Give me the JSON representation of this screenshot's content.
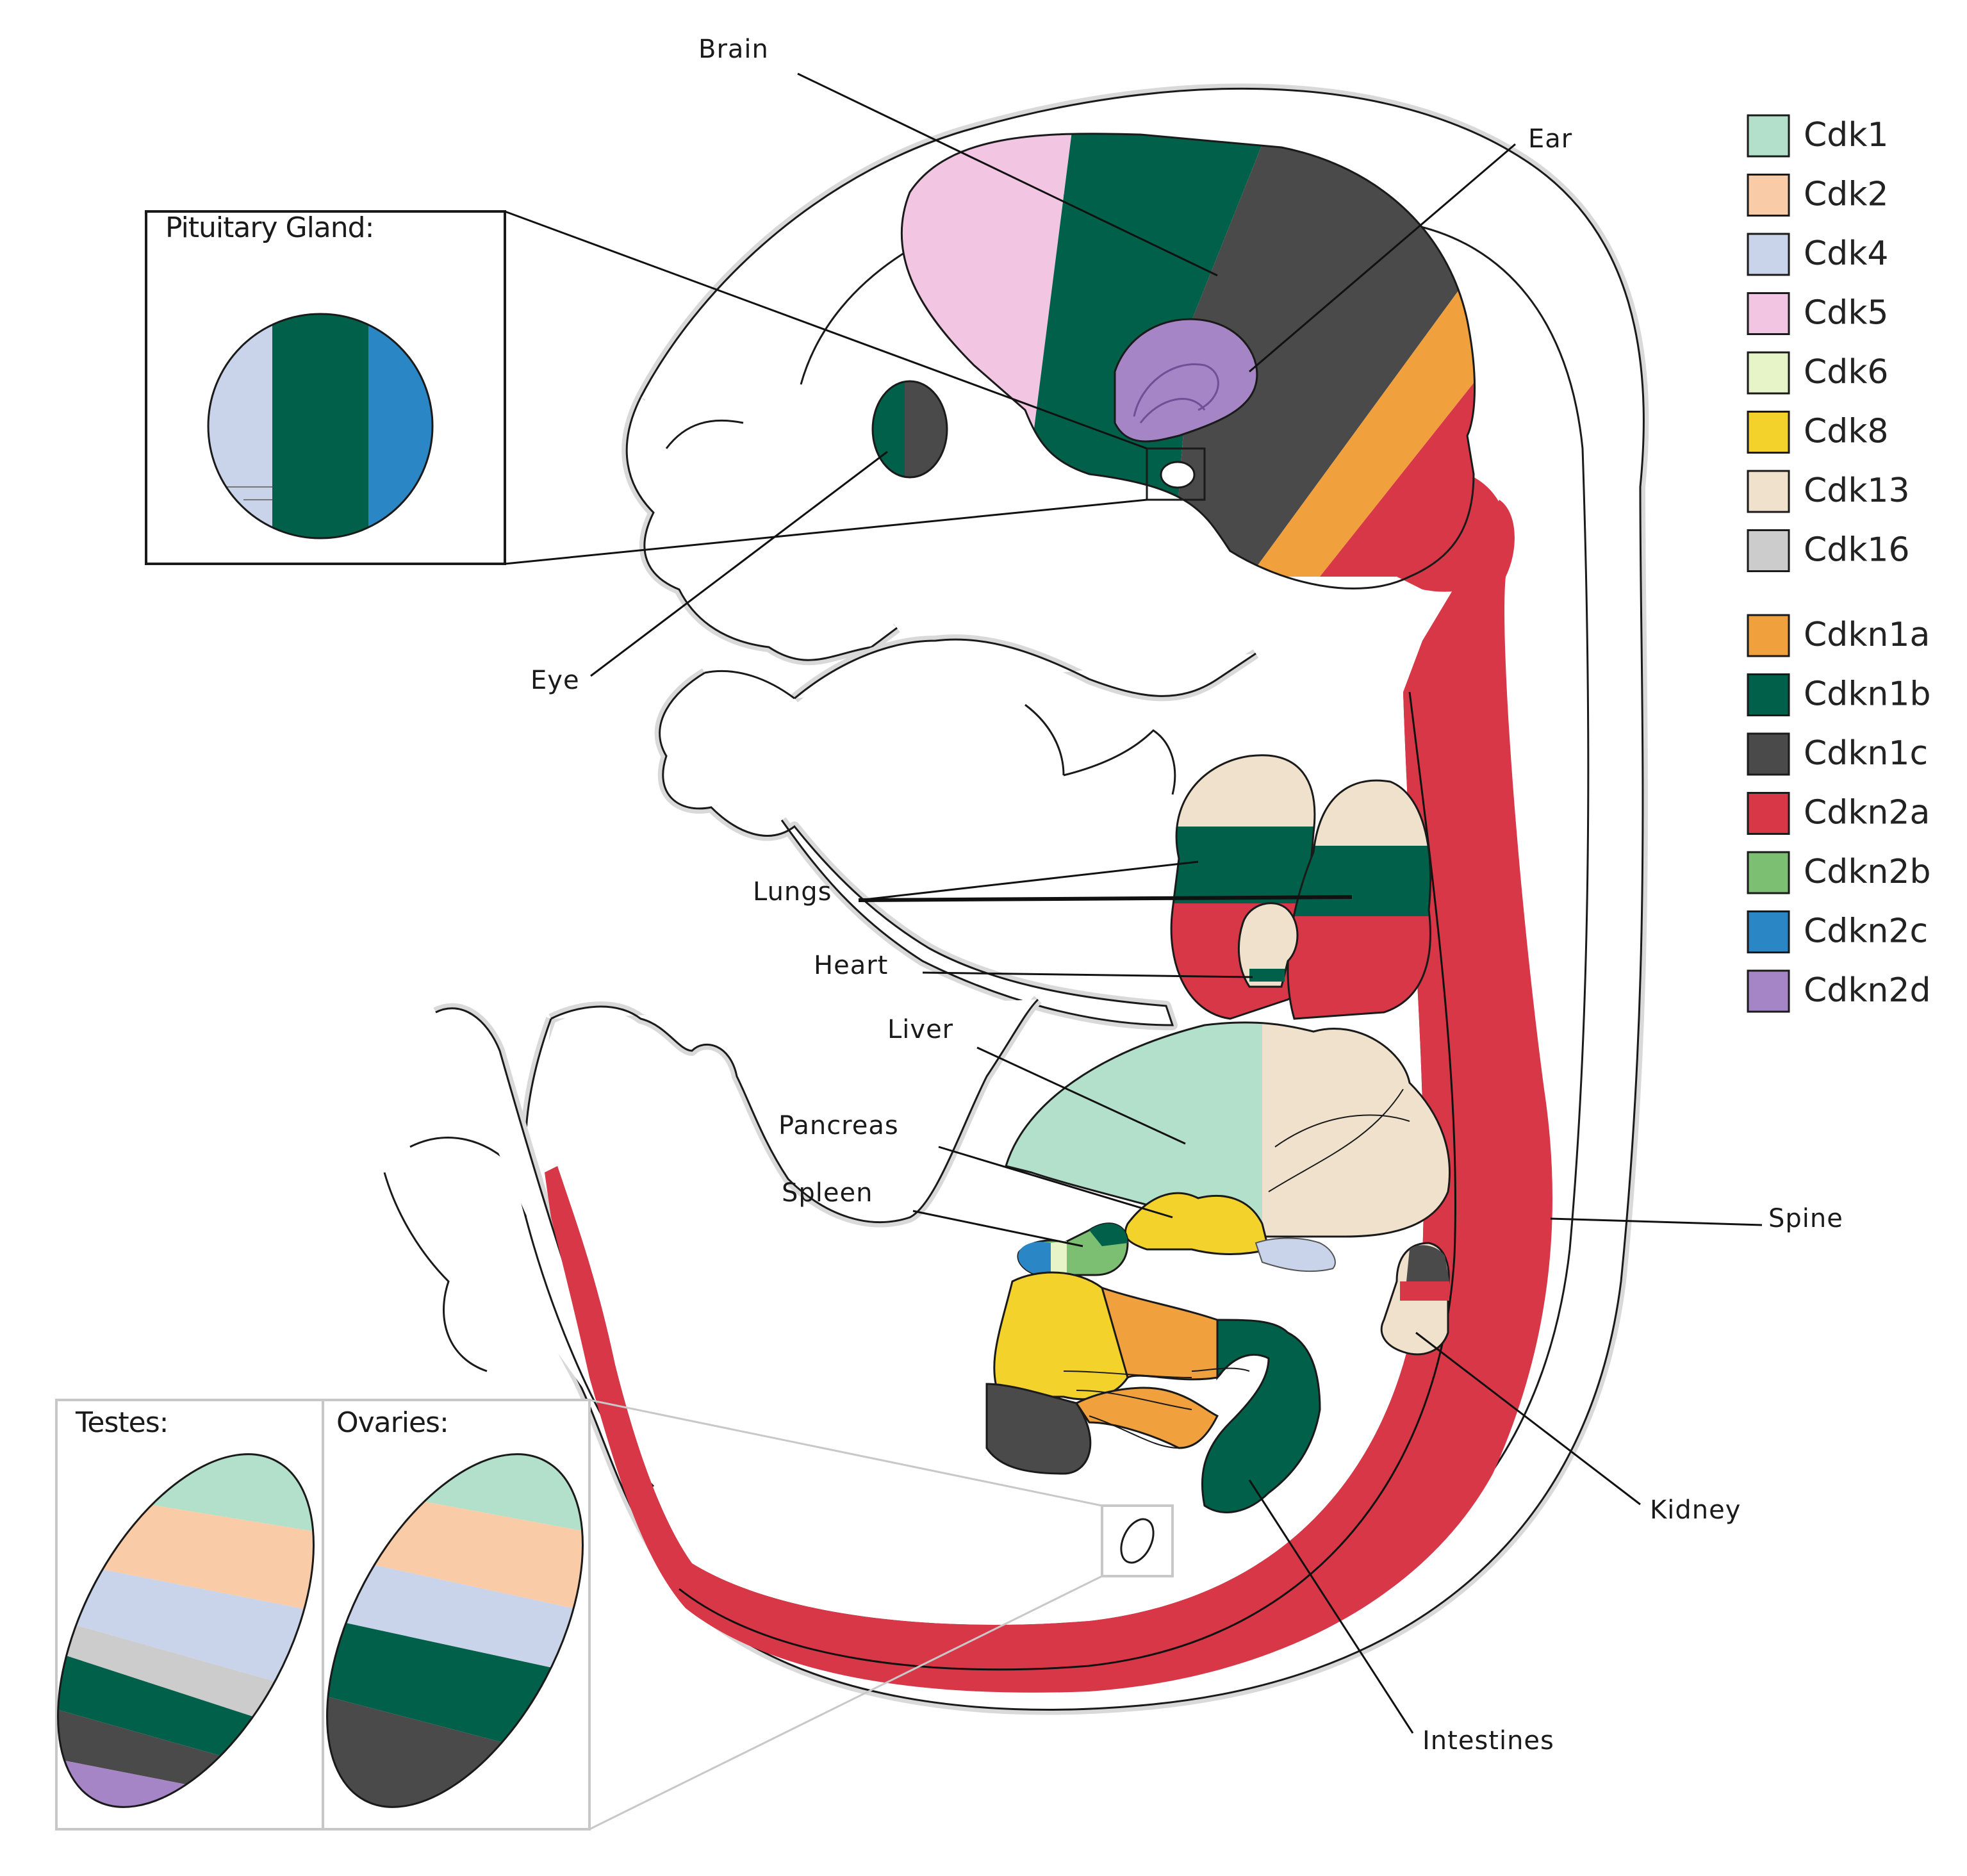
{
  "labels": {
    "brain": "Brain",
    "ear": "Ear",
    "eye": "Eye",
    "lungs": "Lungs",
    "heart": "Heart",
    "liver": "Liver",
    "pancreas": "Pancreas",
    "spleen": "Spleen",
    "spine": "Spine",
    "kidney": "Kidney",
    "intestines": "Intestines"
  },
  "insets": {
    "pituitary": "Pituitary Gland:",
    "testes": "Testes:",
    "ovaries": "Ovaries:"
  },
  "legend": [
    {
      "key": "cdk1",
      "label": "Cdk1",
      "color": "#b3e0cb"
    },
    {
      "key": "cdk2",
      "label": "Cdk2",
      "color": "#f9cba6"
    },
    {
      "key": "cdk4",
      "label": "Cdk4",
      "color": "#c9d3ea"
    },
    {
      "key": "cdk5",
      "label": "Cdk5",
      "color": "#f2c6e2"
    },
    {
      "key": "cdk6",
      "label": "Cdk6",
      "color": "#e6f4c8"
    },
    {
      "key": "cdk8",
      "label": "Cdk8",
      "color": "#f3d22b"
    },
    {
      "key": "cdk13",
      "label": "Cdk13",
      "color": "#efe1cc"
    },
    {
      "key": "cdk16",
      "label": "Cdk16",
      "color": "#cccccc"
    },
    {
      "key": "cdkn1a",
      "label": "Cdkn1a",
      "color": "#f0a03c"
    },
    {
      "key": "cdkn1b",
      "label": "Cdkn1b",
      "color": "#00604a"
    },
    {
      "key": "cdkn1c",
      "label": "Cdkn1c",
      "color": "#4a4a4a"
    },
    {
      "key": "cdkn2a",
      "label": "Cdkn2a",
      "color": "#d83748"
    },
    {
      "key": "cdkn2b",
      "label": "Cdkn2b",
      "color": "#7dbf72"
    },
    {
      "key": "cdkn2c",
      "label": "Cdkn2c",
      "color": "#2a86c4"
    },
    {
      "key": "cdkn2d",
      "label": "Cdkn2d",
      "color": "#a685c6"
    }
  ]
}
